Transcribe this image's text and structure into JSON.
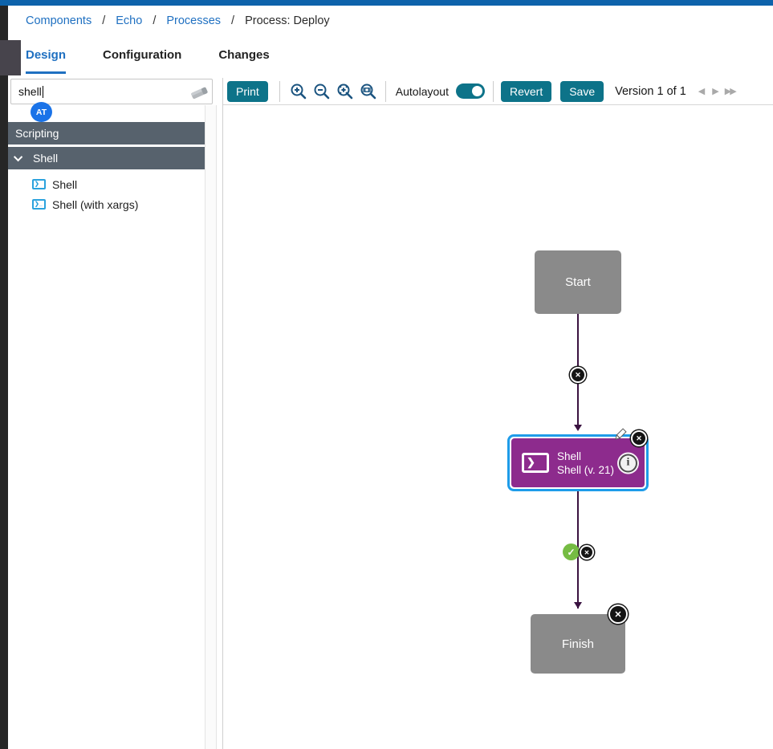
{
  "breadcrumb": {
    "items": [
      "Components",
      "Echo",
      "Processes"
    ],
    "separator": "/",
    "current": "Process: Deploy"
  },
  "tabs": {
    "design": "Design",
    "configuration": "Configuration",
    "changes": "Changes"
  },
  "sidebar": {
    "search": {
      "value": "shell",
      "badge": "AT"
    },
    "category_label": "Scripting",
    "group": {
      "label": "Shell",
      "expanded": true,
      "items": [
        {
          "label": "Shell"
        },
        {
          "label": "Shell (with xargs)"
        }
      ]
    },
    "item_icon_glyph": "❯",
    "item_icon_glyph2": "❯_"
  },
  "toolbar": {
    "print_label": "Print",
    "autolayout_label": "Autolayout",
    "autolayout_on": true,
    "revert_label": "Revert",
    "save_label": "Save",
    "version_label": "Version 1 of 1",
    "nav_prev": "◀",
    "nav_next": "▶",
    "nav_last": "▶▶"
  },
  "canvas": {
    "nodes": {
      "start": {
        "label": "Start"
      },
      "shell": {
        "label": "Shell",
        "sublabel": "Shell (v. 21)",
        "selected": true
      },
      "finish": {
        "label": "Finish"
      }
    },
    "glyphs": {
      "close": "✕",
      "check": "✓",
      "info": "i",
      "terminal": "❯"
    },
    "colors": {
      "edge": "#3a1240",
      "selection_border": "#1e9ce9",
      "step_purple": "#8d2b8d",
      "terminal_gray": "#8a8a8a",
      "success_green": "#76bc43",
      "accent_teal": "#0d7389",
      "link_blue": "#1f70c1",
      "top_bar_blue": "#0d63ab"
    }
  }
}
